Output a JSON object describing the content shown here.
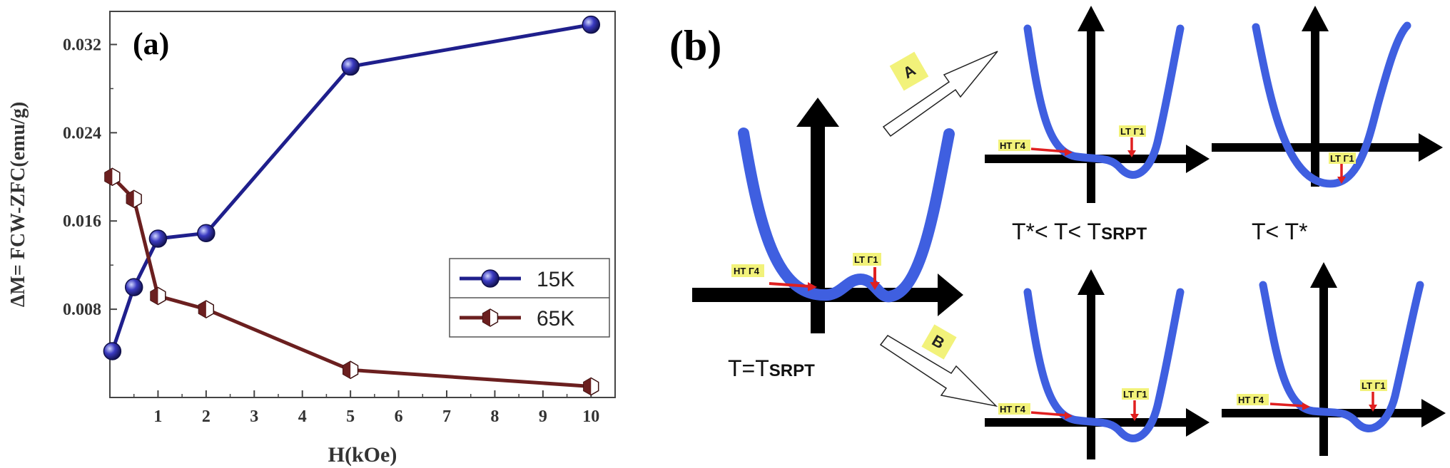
{
  "chart_data": {
    "type": "line",
    "panel_label": "(a)",
    "xlabel": "H(kOe)",
    "ylabel": "ΔM= FCW-ZFC(emu/g)",
    "xlim": [
      0,
      10.5
    ],
    "ylim": [
      0,
      0.035
    ],
    "xticks": [
      1,
      2,
      3,
      4,
      5,
      6,
      7,
      8,
      9,
      10
    ],
    "yticks": [
      0.008,
      0.016,
      0.024,
      0.032
    ],
    "ytick_labels": [
      "0.008",
      "0.016",
      "0.024",
      "0.032"
    ],
    "legend_position": "right",
    "series": [
      {
        "name": "15K",
        "color": "#1f1f8c",
        "marker": "sphere",
        "x": [
          0.05,
          0.5,
          1,
          2,
          5,
          10
        ],
        "y": [
          0.0042,
          0.01,
          0.0144,
          0.0149,
          0.03,
          0.0338
        ]
      },
      {
        "name": "65K",
        "color": "#6b1f1f",
        "marker": "half-hexagon",
        "x": [
          0.05,
          0.5,
          1,
          2,
          5,
          10
        ],
        "y": [
          0.02,
          0.018,
          0.0092,
          0.008,
          0.0025,
          0.001
        ]
      }
    ]
  },
  "diagram": {
    "panel_label": "(b)",
    "arrow_a_label": "A",
    "arrow_b_label": "B",
    "ht_label": "HT Γ4",
    "lt_label": "LT Γ1",
    "label_center_prefix": "T=T",
    "label_center_sub": "SRPT",
    "label_mid_prefix": "T*< T< T",
    "label_mid_sub": "SRPT",
    "label_right": "T< T*",
    "colors": {
      "curve": "#3f5fe0",
      "axis": "#000000",
      "red_arrow": "#e02020",
      "highlight": "#f2f27a"
    }
  }
}
